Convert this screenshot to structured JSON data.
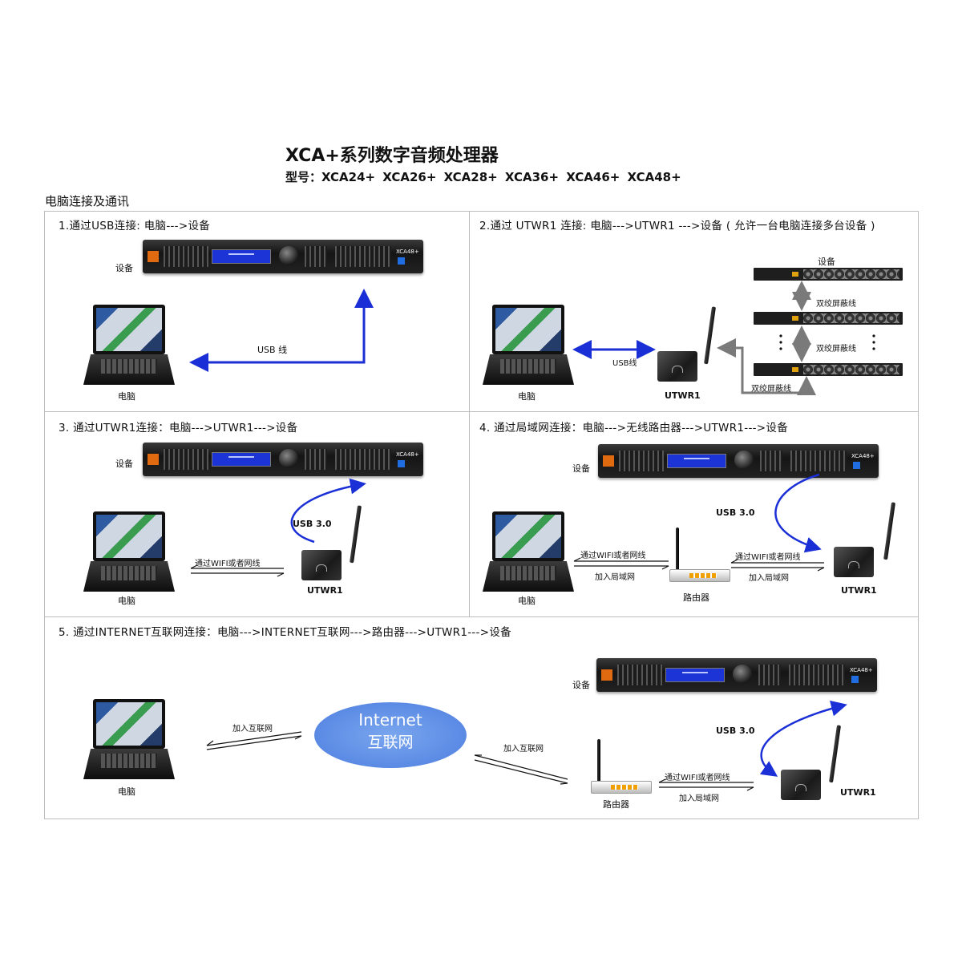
{
  "title": "XCA+系列数字音频处理器",
  "models": "型号：XCA24+  XCA26+  XCA28+ XCA36+  XCA46+  XCA48+",
  "section_heading": "电脑连接及通讯",
  "device_model": "XCA48+",
  "panel1": {
    "title": "1.通过USB连接:  电脑--->设备",
    "device": "设备",
    "pc": "电脑",
    "link": "USB 线"
  },
  "panel2": {
    "title": "2.通过 UTWR1 连接:  电脑--->UTWR1 --->设备 ( 允许一台电脑连接多台设备 )",
    "device": "设备",
    "pc": "电脑",
    "usb": "USB线",
    "utwr": "UTWR1",
    "cable1": "双绞屏蔽线",
    "cable2": "双绞屏蔽线",
    "cable3": "双绞屏蔽线"
  },
  "panel3": {
    "title": "3. 通过UTWR1连接：电脑--->UTWR1--->设备",
    "device": "设备",
    "pc": "电脑",
    "usb": "USB 3.0",
    "link": "通过WIFI或者网线",
    "utwr": "UTWR1"
  },
  "panel4": {
    "title": "4. 通过局域网连接：电脑--->无线路由器--->UTWR1--->设备",
    "device": "设备",
    "pc": "电脑",
    "usb": "USB 3.0",
    "link1": "通过WIFI或者网线",
    "link1b": "加入局域网",
    "router": "路由器",
    "link2": "通过WIFI或者网线",
    "link2b": "加入局域网",
    "utwr": "UTWR1"
  },
  "panel5": {
    "title": "5. 通过INTERNET互联网连接：电脑--->INTERNET互联网--->路由器--->UTWR1--->设备",
    "device": "设备",
    "pc": "电脑",
    "join1": "加入互联网",
    "cloud_line1": "Internet",
    "cloud_line2": "互联网",
    "join2": "加入互联网",
    "router": "路由器",
    "link": "通过WIFI或者网线",
    "linkb": "加入局域网",
    "usb": "USB 3.0",
    "utwr": "UTWR1"
  },
  "colors": {
    "usb_arrow": "#1a2fd6",
    "frame": "#bdbdbd",
    "cloud": "#5b8be6",
    "gray_arrow": "#7a7a7a"
  }
}
